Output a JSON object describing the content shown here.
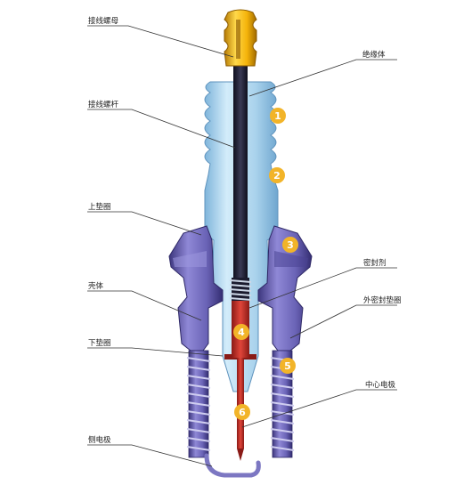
{
  "labels": {
    "terminal_nut": "接线螺母",
    "insulator": "绝缘体",
    "terminal_rod": "接线螺杆",
    "upper_gasket": "上垫圈",
    "sealant": "密封剂",
    "shell": "壳体",
    "outer_seal_gasket": "外密封垫圈",
    "lower_gasket": "下垫圈",
    "center_electrode": "中心电极",
    "side_electrode": "侧电极"
  },
  "markers": [
    "1",
    "2",
    "3",
    "4",
    "5",
    "6"
  ],
  "colors": {
    "nut": "#f5b40a",
    "insulator": "#a9d2ec",
    "rod": "#1b1b2e",
    "shell": "#6a63b6",
    "shell_dark": "#3d367e",
    "thread": "#9a97c8",
    "sealant": "#d43a32",
    "spring": "#b7c6d9",
    "marker": "#f2b429",
    "leader": "#333333"
  }
}
